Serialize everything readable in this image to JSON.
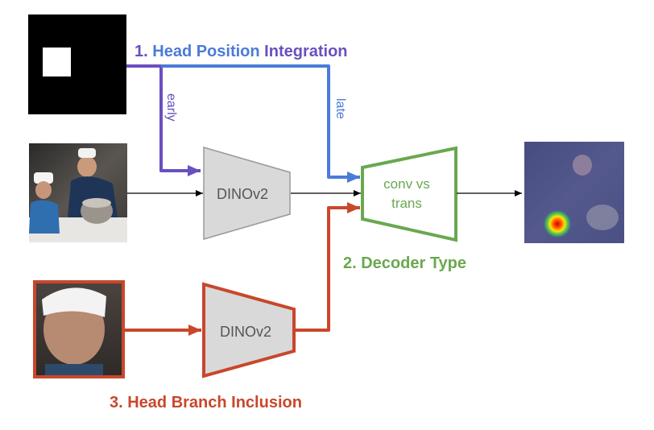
{
  "labels": {
    "head_position_num": "1. ",
    "head_position_word_head": "Head",
    "head_position_word_position": " Position",
    "head_position_word_integration": " Integration",
    "early": "early",
    "late": "late",
    "decoder_type": "2. Decoder Type",
    "head_branch": "3. Head Branch Inclusion"
  },
  "blocks": {
    "scene_encoder": "DINOv2",
    "head_encoder": "DINOv2",
    "decoder_line1": "conv vs",
    "decoder_line2": "trans"
  },
  "colors": {
    "purple": "#6A4FBF",
    "blue": "#4A7BD8",
    "green": "#6AA84F",
    "orange": "#C9472B",
    "encoder_fill": "#D9D9D9",
    "encoder_stroke": "#9A9A9A"
  }
}
